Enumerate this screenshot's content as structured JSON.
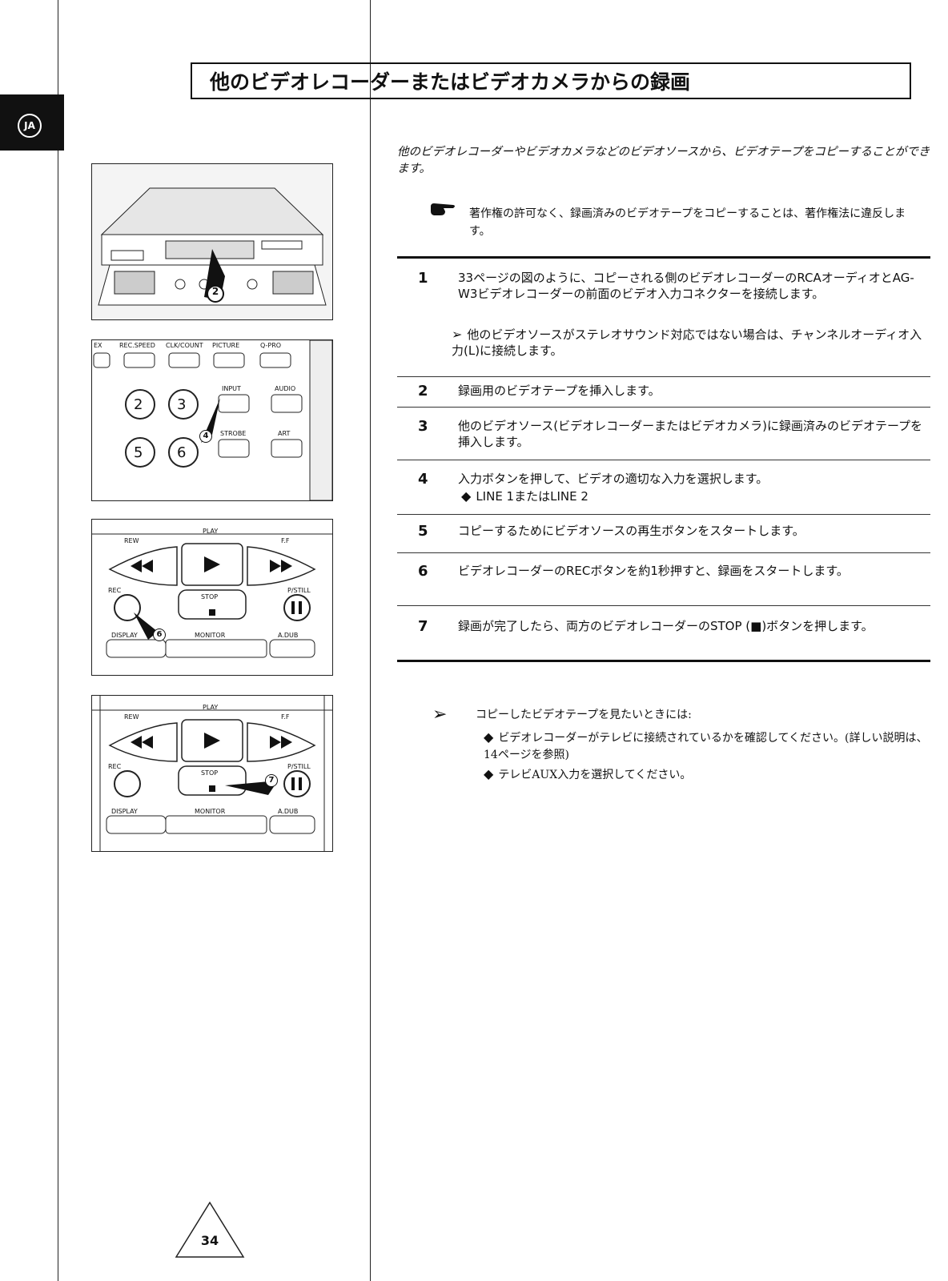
{
  "tab": {
    "badge": "JA"
  },
  "title": "他のビデオレコーダーまたはビデオカメラからの録画",
  "intro": "他のビデオレコーダーやビデオカメラなどのビデオソースから、ビデオテープをコピーすることができます。",
  "warning": "著作権の許可なく、録画済みのビデオテープをコピーすることは、著作権法に違反します。",
  "steps": [
    {
      "num": "1",
      "text": "33ページの図のように、コピーされる側のビデオレコーダーのRCAオーディオとAG-W3ビデオレコーダーの前面のビデオ入力コネクターを接続します。",
      "note": "他のビデオソースがステレオサウンド対応ではない場合は、チャンネルオーディオ入力(L)に接続します。"
    },
    {
      "num": "2",
      "text": "録画用のビデオテープを挿入します。"
    },
    {
      "num": "3",
      "text": "他のビデオソース(ビデオレコーダーまたはビデオカメラ)に録画済みのビデオテープを挿入します。"
    },
    {
      "num": "4",
      "text": "入力ボタンを押して、ビデオの適切な入力を選択します。",
      "bullet": "LINE 1またはLINE 2"
    },
    {
      "num": "5",
      "text": "コピーするためにビデオソースの再生ボタンをスタートします。"
    },
    {
      "num": "6",
      "text": "ビデオレコーダーのRECボタンを約1秒押すと、録画をスタートします。"
    },
    {
      "num": "7",
      "text": "録画が完了したら、両方のビデオレコーダーのSTOP (■)ボタンを押します。"
    }
  ],
  "tip": {
    "head": "コピーしたビデオテープを見たいときには:",
    "items": [
      "ビデオレコーダーがテレビに接続されているかを確認してください。(詳しい説明は、14ページを参照)",
      "テレビAUX入力を選択してください。"
    ]
  },
  "fig1": {
    "callout": "2"
  },
  "fig2": {
    "top_labels": [
      "EX",
      "REC.SPEED",
      "CLK/COUNT",
      "PICTURE",
      "Q-PRO"
    ],
    "digits": [
      "2",
      "3",
      "5",
      "6"
    ],
    "input_label": "INPUT",
    "audio_label": "AUDIO",
    "strobe_label": "STROBE",
    "art_label": "ART",
    "callout": "4"
  },
  "fig3": {
    "play": "PLAY",
    "rew": "REW",
    "ff": "F.F",
    "rec": "REC",
    "stop": "STOP",
    "pstill": "P/STILL",
    "display": "DISPLAY",
    "monitor": "MONITOR",
    "adub": "A.DUB",
    "callout": "6"
  },
  "fig4": {
    "play": "PLAY",
    "rew": "REW",
    "ff": "F.F",
    "rec": "REC",
    "stop": "STOP",
    "pstill": "P/STILL",
    "display": "DISPLAY",
    "monitor": "MONITOR",
    "adub": "A.DUB",
    "callout": "7"
  },
  "page_number": "34"
}
